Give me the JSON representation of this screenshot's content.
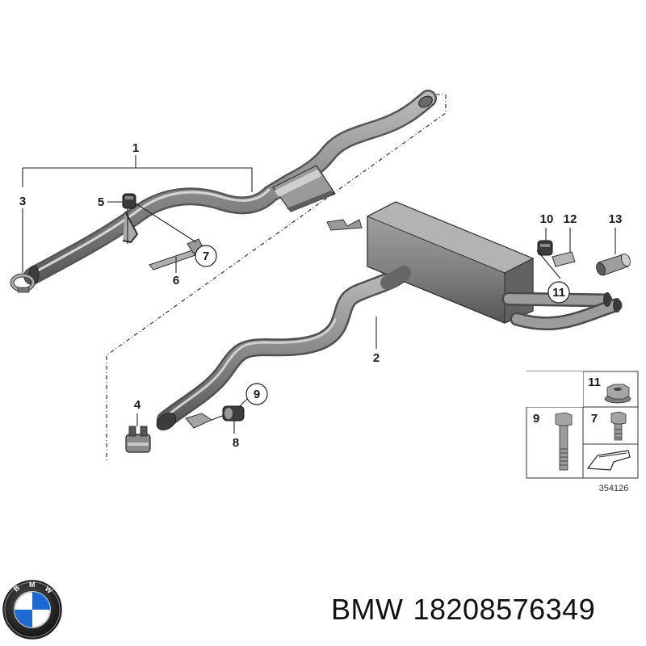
{
  "callouts": {
    "c1": "1",
    "c2": "2",
    "c3": "3",
    "c4": "4",
    "c5": "5",
    "c6": "6",
    "c7": "7",
    "c8": "8",
    "c9": "9",
    "c10": "10",
    "c11": "11",
    "c12": "12",
    "c13": "13"
  },
  "legend": {
    "l11": "11",
    "l9": "9",
    "l7": "7"
  },
  "diagram_id": "354126",
  "footer": {
    "brand": "BMW",
    "part_number": "18208576349"
  },
  "logo": {
    "letters": "BMW"
  },
  "colors": {
    "part_gray": "#8a8a8a",
    "part_dark": "#5e5e5e",
    "part_light": "#c4c4c4",
    "bmw_blue": "#1c69d4"
  }
}
